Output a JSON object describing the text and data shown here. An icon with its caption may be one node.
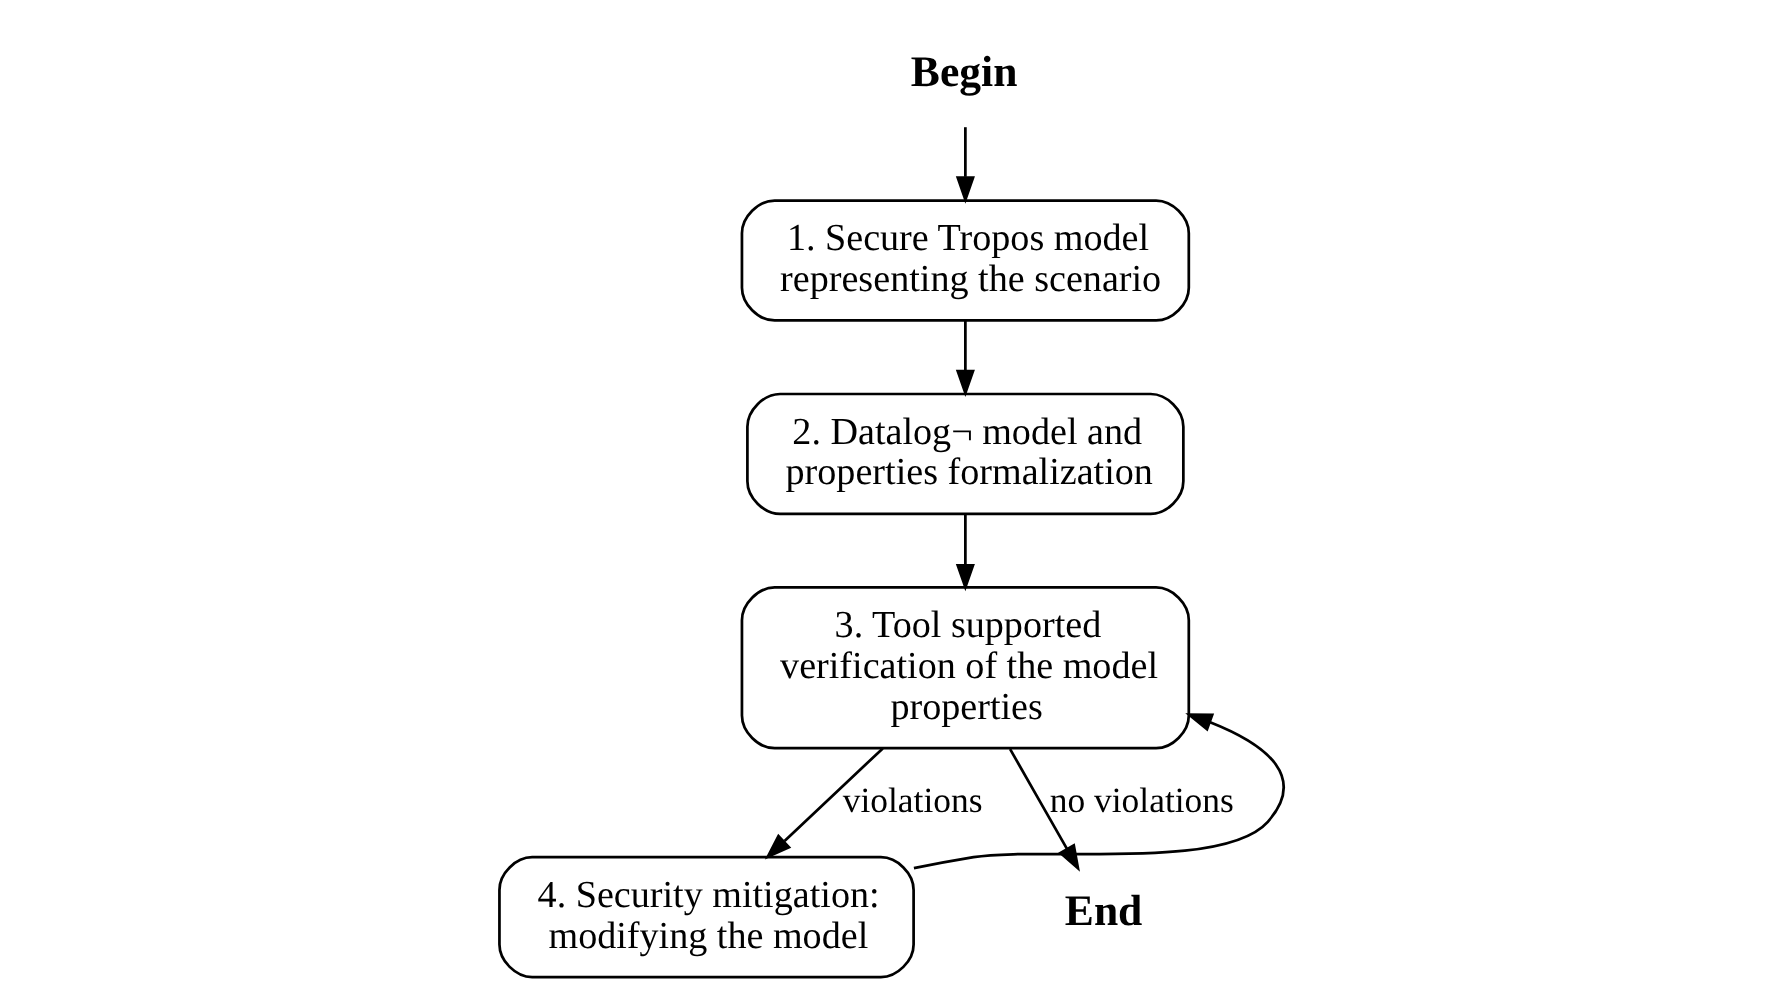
{
  "diagram": {
    "nodes": [
      {
        "text": [
          "Begin"
        ]
      },
      {
        "text": [
          "1. Secure Tropos model representing the scenario"
        ]
      },
      {
        "text": [
          "2. Datalog¬ model and properties formalization"
        ]
      },
      {
        "text": [
          "3. Tool supported verification of the model properties"
        ]
      },
      {
        "text": [
          "4. Security mitigation: modifying the model"
        ]
      },
      {
        "text": [
          "End"
        ]
      }
    ],
    "edges": [
      {
        "from": 0,
        "to": 1,
        "arrow": "to"
      },
      {
        "from": 1,
        "to": 2,
        "arrow": "to"
      },
      {
        "from": 2,
        "to": 3,
        "arrow": "to"
      },
      {
        "from": 3,
        "to": 5,
        "arrow": "to",
        "label": "no violations"
      },
      {
        "from": 3,
        "to": 4,
        "arrow": "to",
        "label": "violations"
      },
      {
        "from": 4,
        "to": 3,
        "arrow": "to"
      }
    ]
  }
}
